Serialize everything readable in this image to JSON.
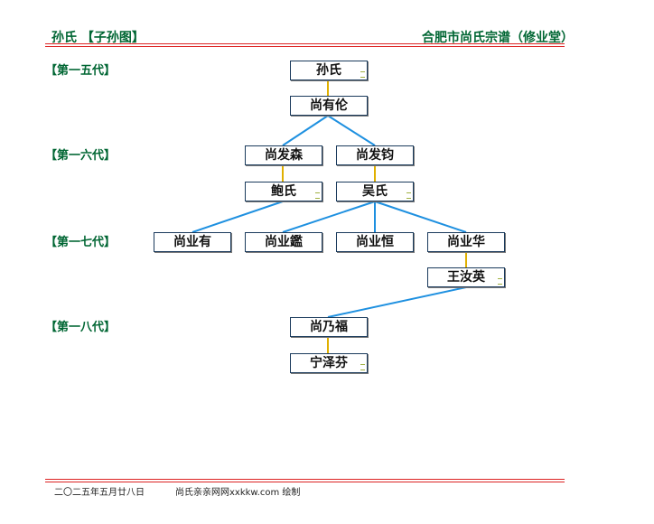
{
  "header": {
    "left": "孙氏 【子孙图】",
    "right": "合肥市尚氏宗谱（修业堂）"
  },
  "generations": [
    "【第一五代】",
    "【第一六代】",
    "【第一七代】",
    "【第一八代】"
  ],
  "persons": {
    "sun_shi": "孙氏",
    "shang_youlun": "尚有伦",
    "shang_fasen": "尚发森",
    "shang_fajun": "尚发钧",
    "bao_shi": "鲍氏",
    "wu_shi": "吴氏",
    "shang_yeyou": "尚业有",
    "shang_yejian": "尚业鑑",
    "shang_yeheng": "尚业恒",
    "shang_yehua": "尚业华",
    "wang_ruying": "王汝英",
    "shang_naifu": "尚乃福",
    "ning_zefen": "宁泽芬"
  },
  "footer": {
    "date": "二〇二五年五月廿八日",
    "site": "尚氏亲亲网网xxkkw.com 绘制"
  },
  "colors": {
    "heading_green": "#006633",
    "rule_red": "#dd2222",
    "descent_line": "#1e90e0",
    "spouse_line": "#e0b000",
    "node_border": "#1a3a5c"
  }
}
